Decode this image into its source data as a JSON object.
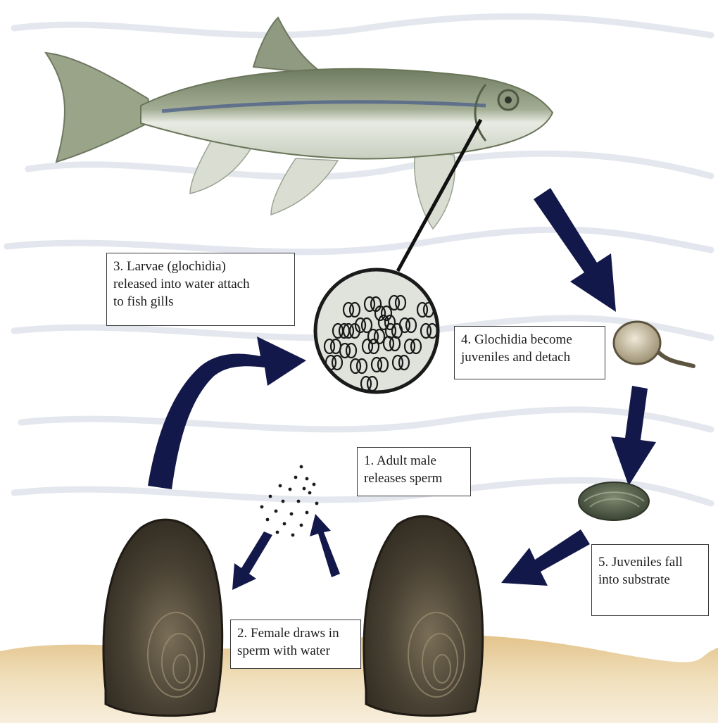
{
  "colors": {
    "arrow": "#13184a",
    "sand": "#e6cf9f",
    "water_line": "#dfe3ec",
    "fish_body": "#8c9a79",
    "fish_stripe": "#4a5d8a",
    "shell_dark": "#3a3428",
    "lens_fill": "#dfe3dc"
  },
  "icons": {
    "fish": "fish-illustration",
    "lens": "magnifier-circle",
    "glochidium": "glochidium-larva-icon",
    "juvenile": "juvenile-mussel-icon",
    "mussel_female": "female-mussel-icon",
    "mussel_male": "male-mussel-icon",
    "sperm": "sperm-particles-icon"
  },
  "steps": {
    "step1": "1. Adult male\nreleases sperm",
    "step2": "2. Female draws in\nsperm with water",
    "step3": "3. Larvae (glochidia)\nreleased into water attach\nto fish gills",
    "step4": "4. Glochidia become\njuveniles and detach",
    "step5": "5. Juveniles fall\ninto substrate"
  }
}
